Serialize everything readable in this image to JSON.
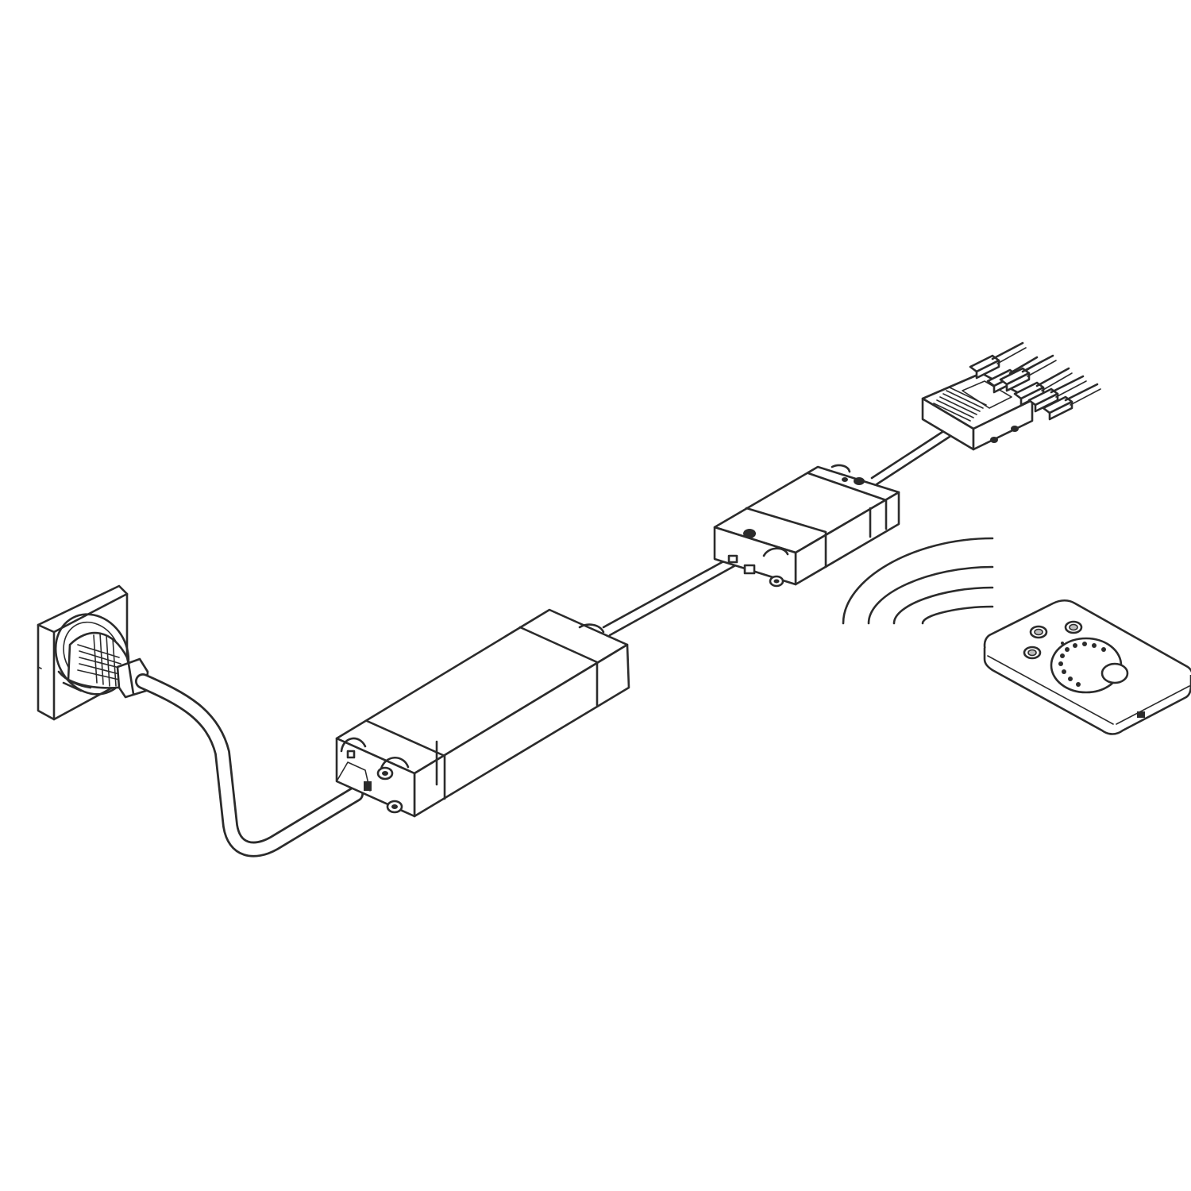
{
  "diagram": {
    "style": "isometric line drawing",
    "stroke_color": "#2b2b2b",
    "background_color": "#ffffff",
    "components": [
      {
        "id": "wall-socket",
        "icon": "wall-socket-icon"
      },
      {
        "id": "mains-plug",
        "icon": "plug-icon"
      },
      {
        "id": "power-cable",
        "icon": "cable-icon"
      },
      {
        "id": "led-driver",
        "icon": "power-supply-icon"
      },
      {
        "id": "driver-output-cable",
        "icon": "cable-icon"
      },
      {
        "id": "rf-receiver",
        "icon": "receiver-icon"
      },
      {
        "id": "receiver-output-cable",
        "icon": "cable-icon"
      },
      {
        "id": "distributor-6-way",
        "icon": "distributor-icon"
      },
      {
        "id": "mini-plugs",
        "icon": "connector-icon",
        "count": 6
      },
      {
        "id": "radio-waves",
        "icon": "signal-waves-icon"
      },
      {
        "id": "remote-control",
        "icon": "remote-control-icon"
      }
    ]
  }
}
